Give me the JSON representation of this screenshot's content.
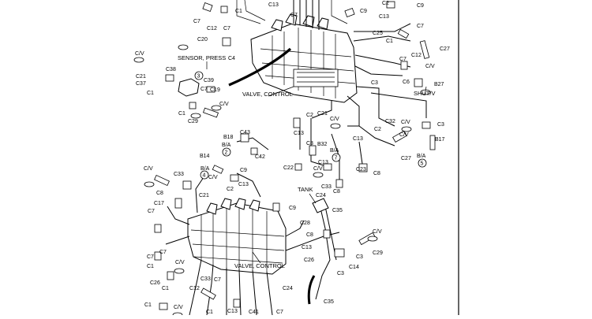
{
  "callouts": {
    "sensor_press": "SENSOR, PRESS",
    "valve_control_top": "VALVE, CONTROL",
    "valve_control_bottom": "VALVE, CONTROL",
    "shut_v": "SHUT/V",
    "tank": "TANK"
  },
  "labels": [
    {
      "id": "c1a",
      "text": "C1"
    },
    {
      "id": "c7a",
      "text": "C7"
    },
    {
      "id": "c12a",
      "text": "C12"
    },
    {
      "id": "c7b",
      "text": "C7"
    },
    {
      "id": "c13a",
      "text": "C13"
    },
    {
      "id": "c7c",
      "text": "C7"
    },
    {
      "id": "c9a",
      "text": "C9"
    },
    {
      "id": "c2a",
      "text": "C2"
    },
    {
      "id": "c13b",
      "text": "C13"
    },
    {
      "id": "c9b",
      "text": "C9"
    },
    {
      "id": "c20",
      "text": "C20"
    },
    {
      "id": "c4a",
      "text": "C4"
    },
    {
      "id": "c25",
      "text": "C25"
    },
    {
      "id": "c1b",
      "text": "C1"
    },
    {
      "id": "c7d",
      "text": "C7"
    },
    {
      "id": "c27a",
      "text": "C27"
    },
    {
      "id": "c12b",
      "text": "C12"
    },
    {
      "id": "c7e",
      "text": "C7"
    },
    {
      "id": "cva",
      "text": "C/V"
    },
    {
      "id": "cvb",
      "text": "C/V"
    },
    {
      "id": "c21a",
      "text": "C21"
    },
    {
      "id": "c37",
      "text": "C37"
    },
    {
      "id": "c38",
      "text": "C38"
    },
    {
      "id": "c7f",
      "text": "C7"
    },
    {
      "id": "c1c",
      "text": "C1"
    },
    {
      "id": "c39",
      "text": "C39"
    },
    {
      "id": "c19",
      "text": "C19"
    },
    {
      "id": "cvc",
      "text": "C/V"
    },
    {
      "id": "c1d",
      "text": "C1"
    },
    {
      "id": "c29a",
      "text": "C29"
    },
    {
      "id": "c3a",
      "text": "C3"
    },
    {
      "id": "c6a",
      "text": "C6"
    },
    {
      "id": "b27",
      "text": "B27"
    },
    {
      "id": "c2b",
      "text": "C2"
    },
    {
      "id": "c21b",
      "text": "C21"
    },
    {
      "id": "cvd",
      "text": "C/V"
    },
    {
      "id": "c13c",
      "text": "C13"
    },
    {
      "id": "c32",
      "text": "C32"
    },
    {
      "id": "cve",
      "text": "C/V"
    },
    {
      "id": "c2c",
      "text": "C2"
    },
    {
      "id": "c3b",
      "text": "C3"
    },
    {
      "id": "b17",
      "text": "B17"
    },
    {
      "id": "cvf",
      "text": "C/V"
    },
    {
      "id": "c13d",
      "text": "C13"
    },
    {
      "id": "c27b",
      "text": "C27"
    },
    {
      "id": "c8a",
      "text": "C8"
    },
    {
      "id": "c3c",
      "text": "C3"
    },
    {
      "id": "b32",
      "text": "B32"
    },
    {
      "id": "ba1",
      "text": "B/A"
    },
    {
      "id": "c13e",
      "text": "C13"
    },
    {
      "id": "c23",
      "text": "C23"
    },
    {
      "id": "c22",
      "text": "C22"
    },
    {
      "id": "cvg",
      "text": "C/V"
    },
    {
      "id": "c33a",
      "text": "C33"
    },
    {
      "id": "c8b",
      "text": "C8"
    },
    {
      "id": "ba2",
      "text": "B/A"
    },
    {
      "id": "c43",
      "text": "C43"
    },
    {
      "id": "b18",
      "text": "B18"
    },
    {
      "id": "ba3",
      "text": "B/A"
    },
    {
      "id": "b14",
      "text": "B14"
    },
    {
      "id": "ba4",
      "text": "B/A"
    },
    {
      "id": "c42",
      "text": "C42"
    },
    {
      "id": "c9c",
      "text": "C9"
    },
    {
      "id": "cvh",
      "text": "C/V"
    },
    {
      "id": "c33b",
      "text": "C33"
    },
    {
      "id": "cvi",
      "text": "C/V"
    },
    {
      "id": "c21c",
      "text": "C21"
    },
    {
      "id": "c2d",
      "text": "C2"
    },
    {
      "id": "c13f",
      "text": "C13"
    },
    {
      "id": "c8c",
      "text": "C8"
    },
    {
      "id": "c17",
      "text": "C17"
    },
    {
      "id": "c7g",
      "text": "C7"
    },
    {
      "id": "c9d",
      "text": "C9"
    },
    {
      "id": "c24a",
      "text": "C24"
    },
    {
      "id": "c35a",
      "text": "C35"
    },
    {
      "id": "c28",
      "text": "C28"
    },
    {
      "id": "c7h",
      "text": "C7"
    },
    {
      "id": "c8d",
      "text": "C8"
    },
    {
      "id": "cvj",
      "text": "C/V"
    },
    {
      "id": "c13g",
      "text": "C13"
    },
    {
      "id": "c3d",
      "text": "C3"
    },
    {
      "id": "c29b",
      "text": "C29"
    },
    {
      "id": "c26a",
      "text": "C26"
    },
    {
      "id": "c14",
      "text": "C14"
    },
    {
      "id": "c3e",
      "text": "C3"
    },
    {
      "id": "c7i",
      "text": "C7"
    },
    {
      "id": "c1e",
      "text": "C1"
    },
    {
      "id": "cvk",
      "text": "C/V"
    },
    {
      "id": "c1f",
      "text": "C1"
    },
    {
      "id": "c26b",
      "text": "C26"
    },
    {
      "id": "c33c",
      "text": "C33"
    },
    {
      "id": "c7j",
      "text": "C7"
    },
    {
      "id": "c12c",
      "text": "C12"
    },
    {
      "id": "c24b",
      "text": "C24"
    },
    {
      "id": "c35b",
      "text": "C35"
    },
    {
      "id": "c1g",
      "text": "C1"
    },
    {
      "id": "cvl",
      "text": "C/V"
    },
    {
      "id": "c13h",
      "text": "C13"
    },
    {
      "id": "c41",
      "text": "C41"
    },
    {
      "id": "c1h",
      "text": "C1"
    },
    {
      "id": "c7k",
      "text": "C7"
    }
  ],
  "circle_markers": [
    {
      "id": "m3",
      "text": "3"
    },
    {
      "id": "m4",
      "text": "4"
    },
    {
      "id": "m2",
      "text": "2"
    },
    {
      "id": "m7",
      "text": "7"
    },
    {
      "id": "m5",
      "text": "5"
    }
  ]
}
